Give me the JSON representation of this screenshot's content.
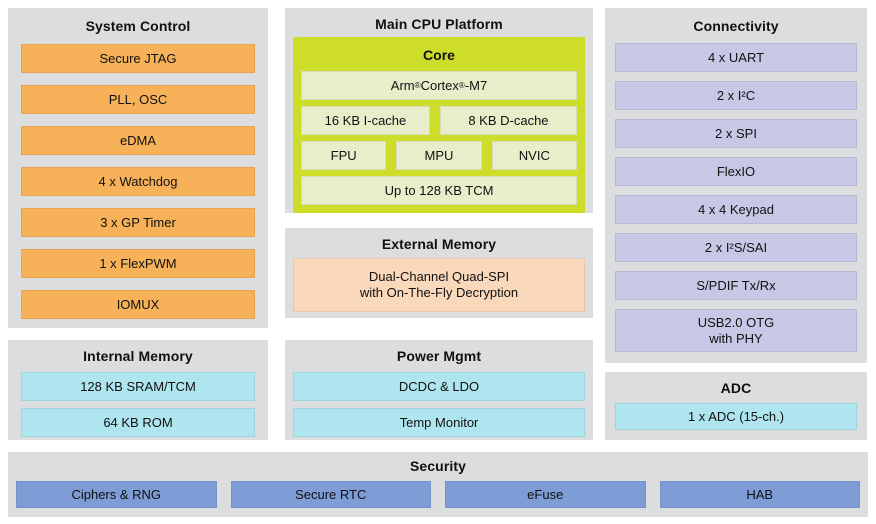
{
  "panels": {
    "system_control": {
      "title": "System Control",
      "items": [
        "Secure JTAG",
        "PLL, OSC",
        "eDMA",
        "4 x Watchdog",
        "3 x GP Timer",
        "1 x FlexPWM",
        "IOMUX"
      ]
    },
    "main_cpu": {
      "title": "Main CPU Platform",
      "core": {
        "title": "Core",
        "cpu": "Arm®Cortex®-M7",
        "caches": [
          "16 KB I-cache",
          "8 KB D-cache"
        ],
        "units": [
          "FPU",
          "MPU",
          "NVIC"
        ],
        "tcm": "Up to 128 KB TCM"
      }
    },
    "connectivity": {
      "title": "Connectivity",
      "items": [
        "4 x UART",
        "2 x I²C",
        "2 x SPI",
        "FlexIO",
        "4 x 4 Keypad",
        "2 x I²S/SAI",
        "S/PDIF Tx/Rx",
        "USB2.0 OTG\nwith PHY"
      ]
    },
    "external_memory": {
      "title": "External Memory",
      "items": [
        "Dual-Channel Quad-SPI\nwith On-The-Fly Decryption"
      ]
    },
    "internal_memory": {
      "title": "Internal Memory",
      "items": [
        "128 KB SRAM/TCM",
        "64 KB ROM"
      ]
    },
    "power_mgmt": {
      "title": "Power Mgmt",
      "items": [
        "DCDC & LDO",
        "Temp Monitor"
      ]
    },
    "adc": {
      "title": "ADC",
      "items": [
        "1 x ADC (15-ch.)"
      ]
    },
    "security": {
      "title": "Security",
      "items": [
        "Ciphers & RNG",
        "Secure RTC",
        "eFuse",
        "HAB"
      ]
    }
  },
  "colors": {
    "panel_bg": "#dcddde",
    "system_block": "#f7b259",
    "core_bg": "#cedd2a",
    "core_block": "#e8eec9",
    "connectivity_block": "#c7c8e5",
    "external_memory_block": "#fad8bb",
    "memory_block": "#aee5ee",
    "security_block": "#7e9cd5",
    "text": "#111111"
  }
}
